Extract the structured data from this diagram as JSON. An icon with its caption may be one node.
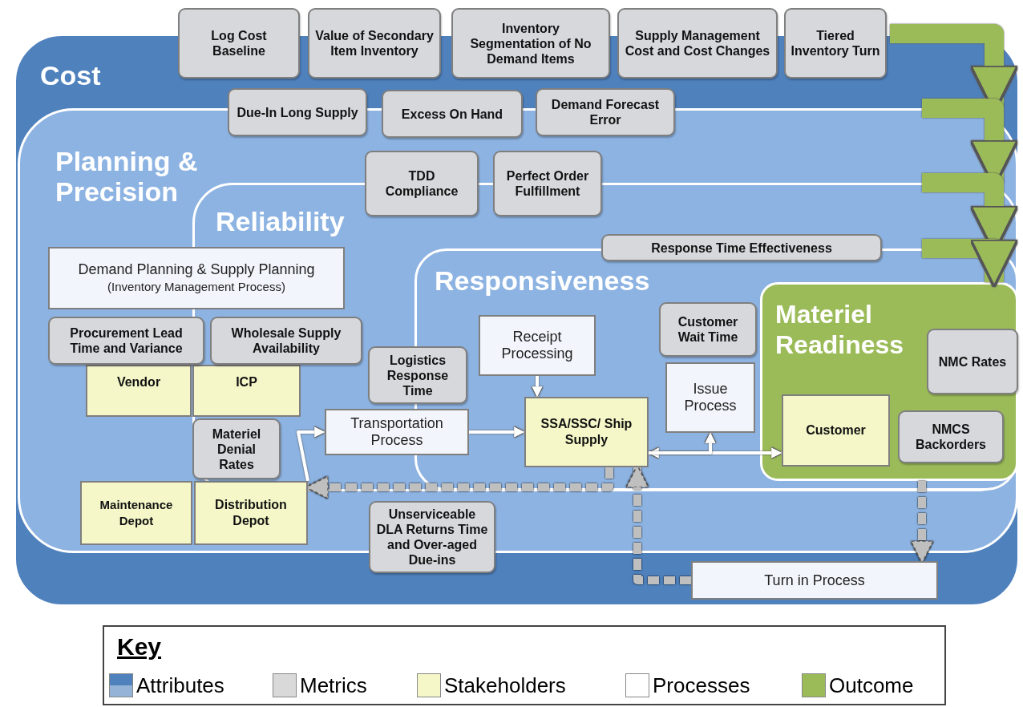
{
  "diagram": {
    "nodes": [
      {
        "text": [
          "Cost"
        ]
      },
      {
        "text": [
          "Log Cost Baseline"
        ]
      },
      {
        "text": [
          "Value of Secondary Item Inventory"
        ]
      },
      {
        "text": [
          "Inventory Segmentation of No Demand Items"
        ]
      },
      {
        "text": [
          "Supply Management Cost and Cost Changes"
        ]
      },
      {
        "text": [
          "Tiered Inventory Turn"
        ]
      },
      {
        "text": [
          "Planning & Precision"
        ],
        "in": 0
      },
      {
        "text": [
          "Due-In Long Supply"
        ],
        "in": 0
      },
      {
        "text": [
          "Excess On Hand"
        ],
        "in": 0
      },
      {
        "text": [
          "Demand Forecast Error"
        ],
        "in": 0
      },
      {
        "text": [
          "Reliability"
        ],
        "in": 6
      },
      {
        "text": [
          "TDD Compliance"
        ],
        "in": 6
      },
      {
        "text": [
          "Perfect Order Fulfillment"
        ],
        "in": 6
      },
      {
        "text": [
          "Demand Planning & Supply Planning",
          "(Inventory Management Process)"
        ],
        "in": 6
      },
      {
        "text": [
          "Procurement Lead Time and Variance"
        ],
        "in": 6
      },
      {
        "text": [
          "Wholesale Supply Availability"
        ],
        "in": 10
      },
      {
        "text": [
          "Vendor"
        ],
        "in": 6
      },
      {
        "text": [
          "ICP"
        ],
        "in": 10
      },
      {
        "text": [
          "Response Time Effectiveness"
        ],
        "in": 10
      },
      {
        "text": [
          "Responsiveness"
        ],
        "in": 10
      },
      {
        "text": [
          "Materiel Readiness"
        ],
        "in": 19
      },
      {
        "text": [
          "Logistics Response Time"
        ],
        "in": 10
      },
      {
        "text": [
          "Materiel Denial Rates"
        ],
        "in": 10
      },
      {
        "text": [
          "Transportation Process"
        ],
        "in": 10
      },
      {
        "text": [
          "Receipt Processing"
        ],
        "in": 19
      },
      {
        "text": [
          "SSA/SSC/ Ship Supply"
        ],
        "in": 19
      },
      {
        "text": [
          "Customer Wait Time"
        ],
        "in": 19
      },
      {
        "text": [
          "Issue Process"
        ],
        "in": 19
      },
      {
        "text": [
          "NMC Rates"
        ],
        "in": 20
      },
      {
        "text": [
          "Customer"
        ],
        "in": 20
      },
      {
        "text": [
          "NMCS Backorders"
        ],
        "in": 20
      },
      {
        "text": [
          "Maintenance Depot"
        ],
        "in": 6
      },
      {
        "text": [
          "Distribution Depot"
        ],
        "in": 6
      },
      {
        "text": [
          "Unserviceable DLA Returns Time and Over-aged Due-ins"
        ],
        "in": 0
      },
      {
        "text": [
          "Turn in Process"
        ],
        "in": 0
      }
    ],
    "edges": [
      {
        "from": 0,
        "to": 6,
        "arrow": "to",
        "style": "thick",
        "color": "#9bbb59"
      },
      {
        "from": 6,
        "to": 10,
        "arrow": "to",
        "style": "thick",
        "color": "#9bbb59"
      },
      {
        "from": 10,
        "to": 19,
        "arrow": "to",
        "style": "thick",
        "color": "#9bbb59"
      },
      {
        "from": 19,
        "to": 20,
        "arrow": "to",
        "style": "thick",
        "color": "#9bbb59"
      },
      {
        "from": 32,
        "to": 23,
        "arrow": "to"
      },
      {
        "from": 23,
        "to": 25,
        "arrow": "to"
      },
      {
        "from": 24,
        "to": 25,
        "arrow": "to"
      },
      {
        "from": 25,
        "to": 29,
        "arrow": "both"
      },
      {
        "from": 25,
        "to": 27,
        "arrow": "to"
      },
      {
        "from": 25,
        "to": 32,
        "arrow": "to",
        "style": "dashed",
        "color": "#bfbfbf"
      },
      {
        "from": 20,
        "to": 34,
        "arrow": "to",
        "style": "dashed",
        "color": "#bfbfbf"
      },
      {
        "from": 34,
        "to": 25,
        "arrow": "to",
        "style": "dashed",
        "color": "#bfbfbf"
      }
    ],
    "labels": [
      "Key"
    ],
    "legend": [
      {
        "text": "Attributes",
        "color": "#4f81bd"
      },
      {
        "text": "Metrics",
        "color": "#d9d9d9"
      },
      {
        "text": "Stakeholders",
        "color": "#f5f7c8"
      },
      {
        "text": "Processes",
        "color": "#ffffff"
      },
      {
        "text": "Outcome",
        "color": "#9bbb59"
      }
    ]
  }
}
